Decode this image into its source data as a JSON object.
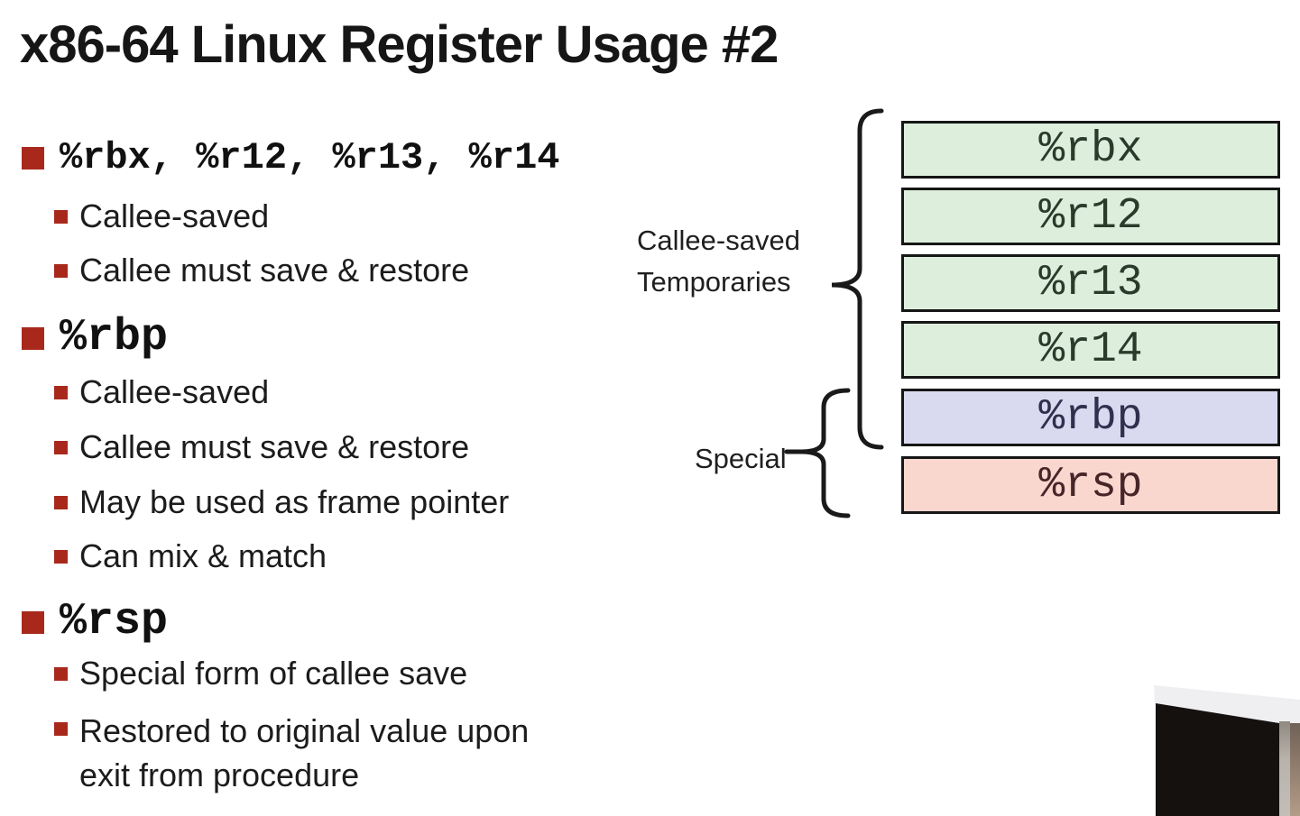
{
  "slide": {
    "title": "x86-64 Linux Register Usage #2",
    "sections": [
      {
        "register_group": "%rbx, %r12, %r13, %r14",
        "points": [
          "Callee-saved",
          "Callee must save & restore"
        ]
      },
      {
        "register_group": "%rbp",
        "points": [
          "Callee-saved",
          "Callee must save & restore",
          "May be used as frame pointer",
          "Can mix & match"
        ]
      },
      {
        "register_group": "%rsp",
        "points": [
          "Special form of callee save",
          "Restored to original value upon exit from procedure"
        ]
      }
    ]
  },
  "diagram": {
    "group_labels": {
      "callee_saved_temporaries": "Callee-saved Temporaries",
      "special": "Special"
    },
    "registers": [
      {
        "name": "%rbx",
        "category": "callee-saved temporary",
        "fill": "#ddeedd"
      },
      {
        "name": "%r12",
        "category": "callee-saved temporary",
        "fill": "#ddeedd"
      },
      {
        "name": "%r13",
        "category": "callee-saved temporary",
        "fill": "#ddeedd"
      },
      {
        "name": "%r14",
        "category": "callee-saved temporary",
        "fill": "#ddeedd"
      },
      {
        "name": "%rbp",
        "category": "callee-saved / special",
        "fill": "#d9d9f0"
      },
      {
        "name": "%rsp",
        "category": "special",
        "fill": "#f9d7cf"
      }
    ]
  },
  "colors": {
    "bullet_red": "#a8291c",
    "text_black": "#161616",
    "box_border": "#161616",
    "green_fill": "#ddeedd",
    "blue_fill": "#d9d9f0",
    "pink_fill": "#f9d7cf"
  }
}
